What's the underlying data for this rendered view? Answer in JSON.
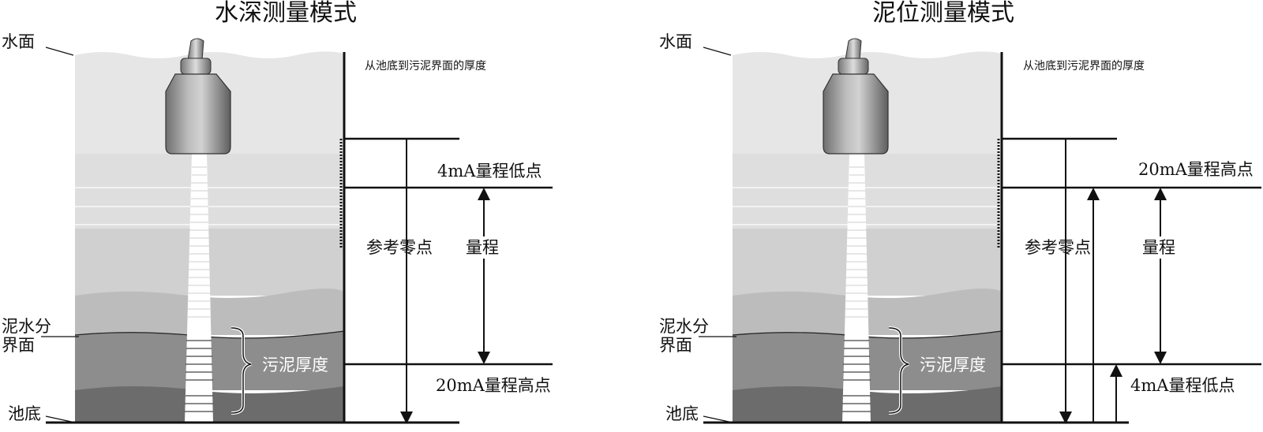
{
  "panels": [
    {
      "title": "水深测量模式",
      "water_surface": "水面",
      "interface": [
        "泥水分",
        "界面"
      ],
      "bottom": "池底",
      "sludge_thickness": "污泥厚度",
      "note": "从池底到污泥界面的厚度",
      "reference_zero": "参考零点",
      "range": "量程",
      "upper_point_label": "4mA量程低点",
      "lower_point_label": "20mA量程高点"
    },
    {
      "title": "泥位测量模式",
      "water_surface": "水面",
      "interface": [
        "泥水分",
        "界面"
      ],
      "bottom": "池底",
      "sludge_thickness": "污泥厚度",
      "note": "从池底到污泥界面的厚度",
      "reference_zero": "参考零点",
      "range": "量程",
      "upper_point_label": "20mA量程高点",
      "lower_point_label": "4mA量程低点"
    }
  ],
  "colors": {
    "water_top": "#e6e6e6",
    "water_mid": "#d3d3d3",
    "water_low": "#bcbcbc",
    "sludge_upper": "#8d8d8d",
    "sludge_lower": "#6c6c6c",
    "line": "#111111"
  }
}
